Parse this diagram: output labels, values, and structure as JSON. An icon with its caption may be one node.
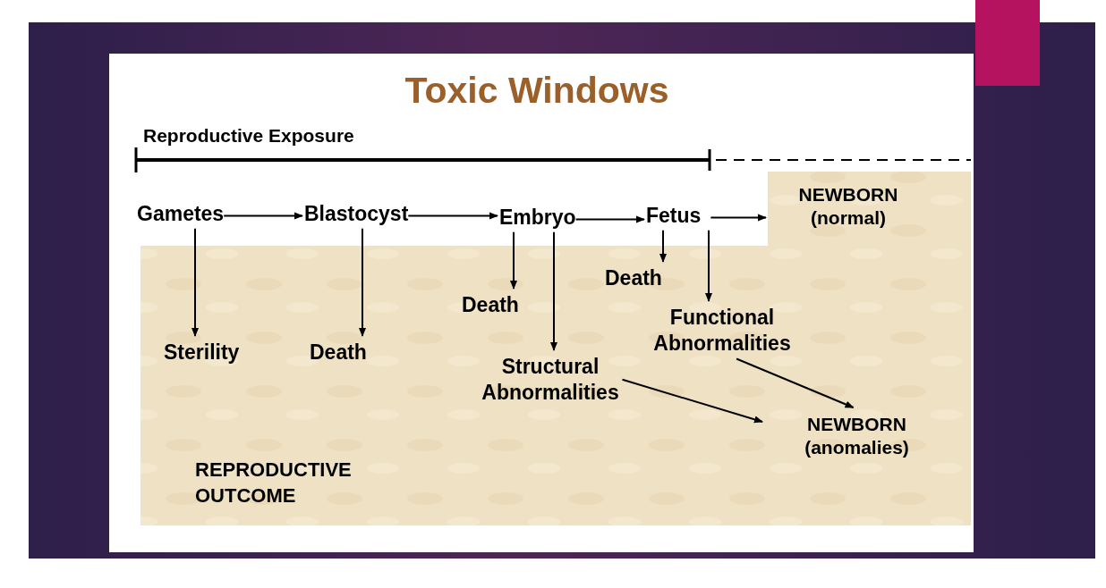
{
  "diagram": {
    "title": "Toxic Windows",
    "nodes": [
      {
        "text": [
          "Gametes"
        ]
      },
      {
        "text": [
          "Blastocyst"
        ]
      },
      {
        "text": [
          "Embryo"
        ]
      },
      {
        "text": [
          "Fetus"
        ]
      },
      {
        "text": [
          "NEWBORN (normal)"
        ]
      },
      {
        "text": [
          "Death"
        ]
      },
      {
        "text": [
          "Death"
        ]
      },
      {
        "text": [
          "Functional Abnormalities"
        ]
      },
      {
        "text": [
          "Sterility"
        ]
      },
      {
        "text": [
          "Death"
        ]
      },
      {
        "text": [
          "Structural Abnormalities"
        ]
      },
      {
        "text": [
          "NEWBORN (anomalies)"
        ]
      }
    ],
    "edges": [
      {
        "from": 0,
        "to": 1,
        "arrow": "to"
      },
      {
        "from": 1,
        "to": 2,
        "arrow": "to"
      },
      {
        "from": 2,
        "to": 3,
        "arrow": "to"
      },
      {
        "from": 3,
        "to": 4,
        "arrow": "to"
      },
      {
        "from": 0,
        "to": 8,
        "arrow": "to"
      },
      {
        "from": 1,
        "to": 9,
        "arrow": "to"
      },
      {
        "from": 2,
        "to": 6,
        "arrow": "to"
      },
      {
        "from": 2,
        "to": 10,
        "arrow": "to"
      },
      {
        "from": 3,
        "to": 5,
        "arrow": "to"
      },
      {
        "from": 3,
        "to": 7,
        "arrow": "to"
      },
      {
        "from": 10,
        "to": 11,
        "arrow": "to"
      },
      {
        "from": 7,
        "to": 11,
        "arrow": "to"
      }
    ],
    "labels": [
      "Reproductive Exposure",
      "REPRODUCTIVE OUTCOME"
    ]
  }
}
